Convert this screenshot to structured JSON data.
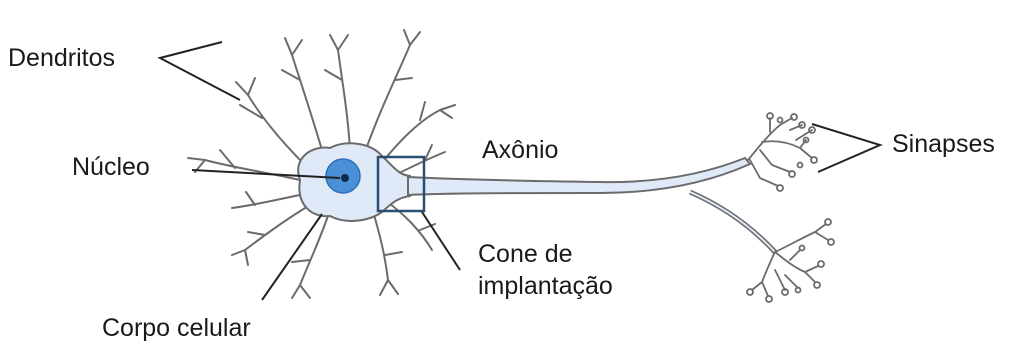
{
  "labels": {
    "dendrites": "Dendritos",
    "nucleus": "Núcleo",
    "axon": "Axônio",
    "synapses": "Sinapses",
    "axon_hillock_line1": "Cone de",
    "axon_hillock_line2": "implantação",
    "cell_body": "Corpo celular"
  },
  "colors": {
    "cell_fill": "#dfe9f8",
    "outline": "#6b6b6b",
    "nucleus_fill": "#4a90d9",
    "nucleolus": "#0f2a4a",
    "hillock_box": "#2b4f73",
    "leader_line": "#222222"
  }
}
